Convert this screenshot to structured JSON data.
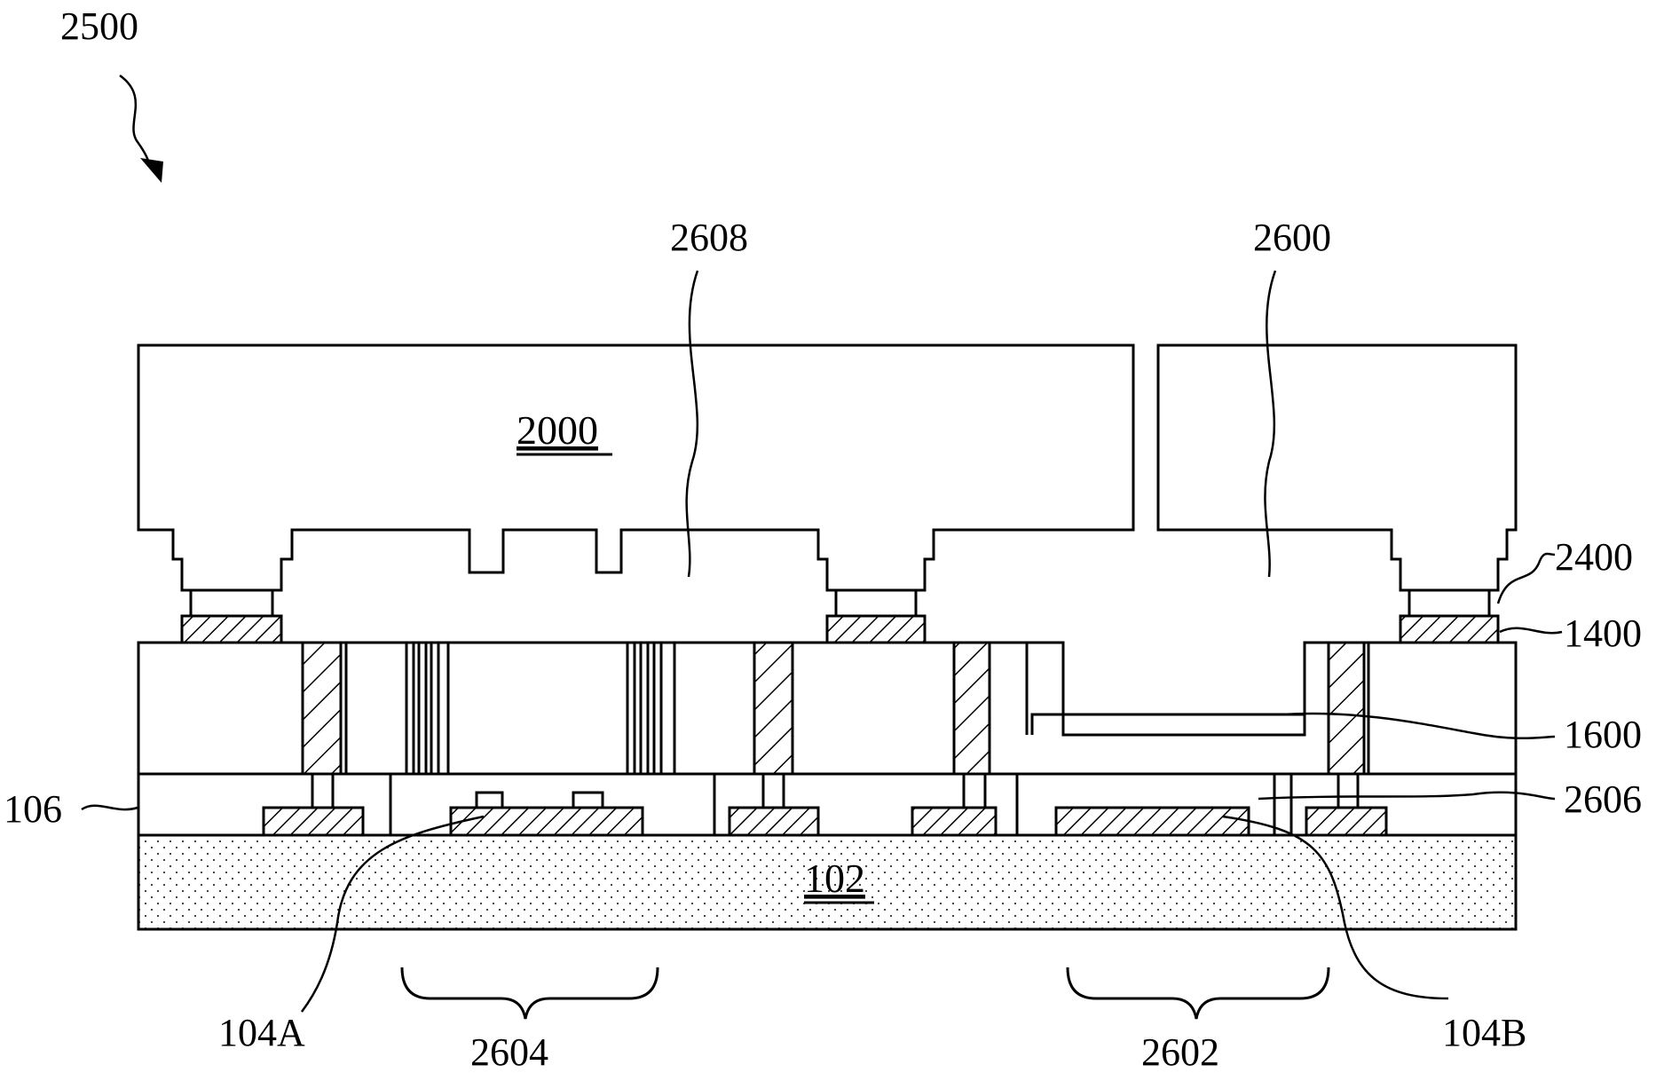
{
  "figure_labels": {
    "figure_ref": "2500",
    "die": "2000",
    "substrate": "102",
    "lead_2608": "2608",
    "lead_2600": "2600",
    "lead_2400": "2400",
    "lead_1400": "1400",
    "lead_1600": "1600",
    "lead_2606": "2606",
    "lead_106": "106",
    "lead_104A": "104A",
    "lead_104B": "104B",
    "brace_2604": "2604",
    "brace_2602": "2602"
  },
  "colors": {
    "line": "#000000",
    "background": "#ffffff",
    "hatch": "#000000",
    "substrate_dots": "#333333"
  }
}
